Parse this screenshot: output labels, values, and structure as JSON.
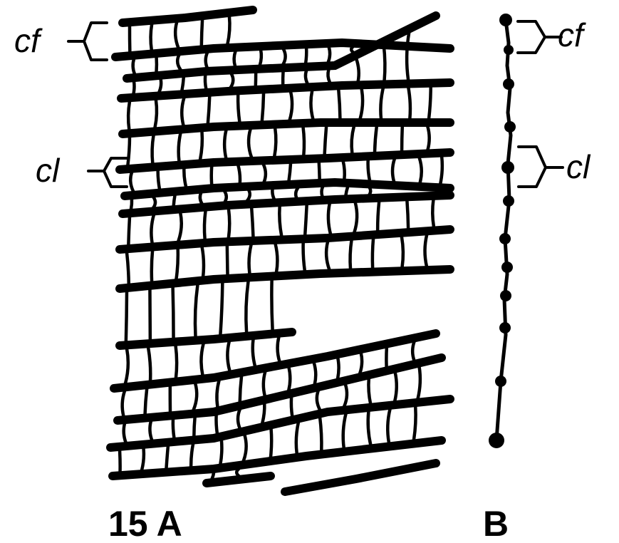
{
  "figure": {
    "panel_a": {
      "label_fibre": "cf",
      "label_cell": "cl",
      "caption": "15 A"
    },
    "panel_b": {
      "label_fibre": "cf",
      "label_cell": "cl",
      "caption": "B"
    },
    "colors": {
      "ink": "#000000",
      "background": "#ffffff"
    }
  }
}
